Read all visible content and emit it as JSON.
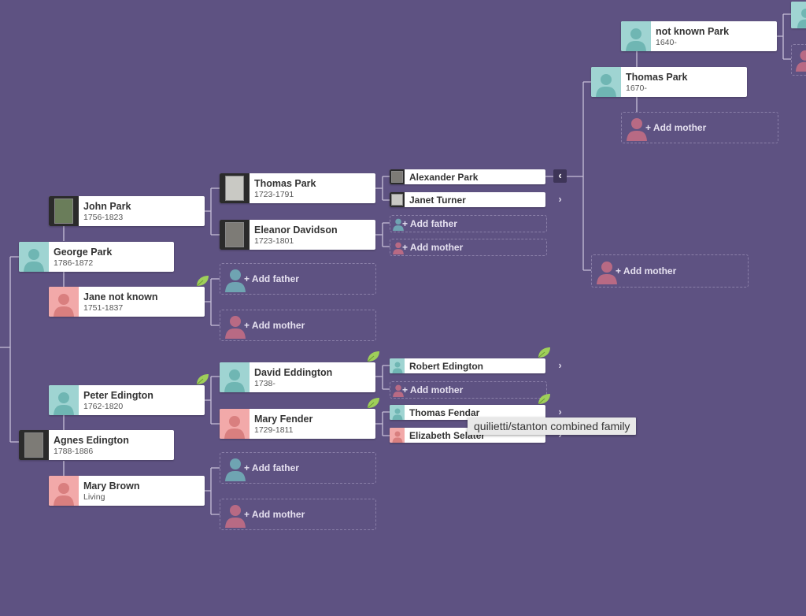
{
  "people": {
    "p_george": {
      "name": "George Park",
      "dates": "1786-1872"
    },
    "p_agnes": {
      "name": "Agnes Edington",
      "dates": "1788-1886"
    },
    "p_john": {
      "name": "John Park",
      "dates": "1756-1823"
    },
    "p_jane": {
      "name": "Jane not known",
      "dates": "1751-1837"
    },
    "p_peter": {
      "name": "Peter Edington",
      "dates": "1762-1820"
    },
    "p_marybrown": {
      "name": "Mary Brown",
      "dates": "Living"
    },
    "p_thomas1723": {
      "name": "Thomas Park",
      "dates": "1723-1791"
    },
    "p_eleanor": {
      "name": "Eleanor Davidson",
      "dates": "1723-1801"
    },
    "p_david": {
      "name": "David Eddington",
      "dates": "1738-"
    },
    "p_maryfender": {
      "name": "Mary Fender",
      "dates": "1729-1811"
    },
    "p_alexander": {
      "name": "Alexander Park"
    },
    "p_janet": {
      "name": "Janet Turner"
    },
    "p_robert": {
      "name": "Robert Edington"
    },
    "p_thomasfendar": {
      "name": "Thomas Fendar"
    },
    "p_elizabeth": {
      "name": "Elizabeth Selater"
    },
    "p_thomas1670": {
      "name": "Thomas Park",
      "dates": "1670-"
    },
    "p_notknown": {
      "name": "not known Park",
      "dates": "1640-"
    }
  },
  "actions": {
    "add_father": "Add father",
    "add_mother": "Add mother"
  },
  "tooltip": "quilietti/stanton combined family",
  "icons": {
    "male": "male-silhouette-icon",
    "female": "female-silhouette-icon",
    "leaf": "hint-leaf-icon",
    "expand": "chevron-right-icon",
    "collapse": "chevron-left-icon"
  },
  "colors": {
    "background": "#5e5282",
    "male": "#9fd4d2",
    "female": "#f2a9a9",
    "leaf": "#9fcf5a"
  }
}
